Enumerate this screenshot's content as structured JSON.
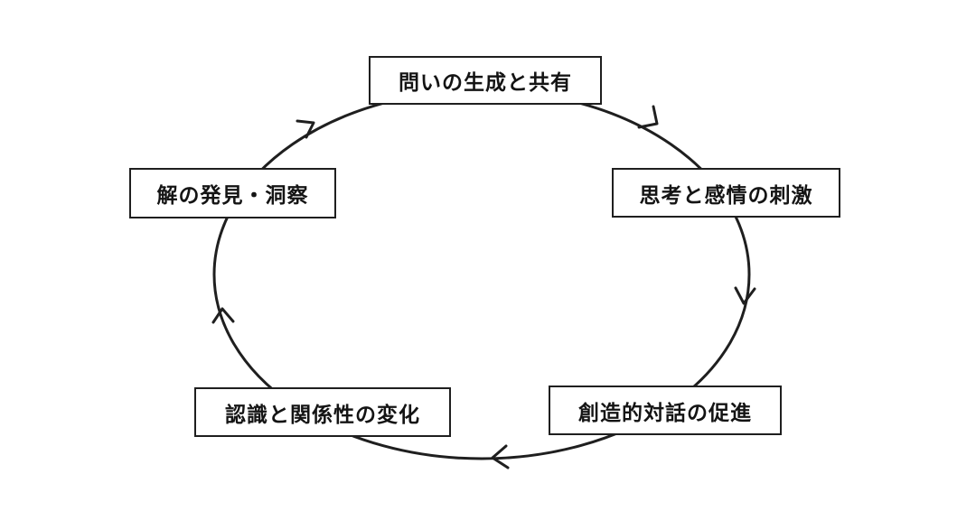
{
  "diagram": {
    "type": "cycle",
    "direction": "clockwise",
    "colors": {
      "line": "#1f1f1f",
      "box_border": "#1f1f1f",
      "box_fill": "#ffffff",
      "text": "#141414"
    },
    "nodes": {
      "top": "問いの生成と共有",
      "right": "思考と感情の刺激",
      "bottom_right": "創造的対話の促進",
      "bottom_left": "認識と関係性の変化",
      "left": "解の発見・洞察"
    }
  }
}
